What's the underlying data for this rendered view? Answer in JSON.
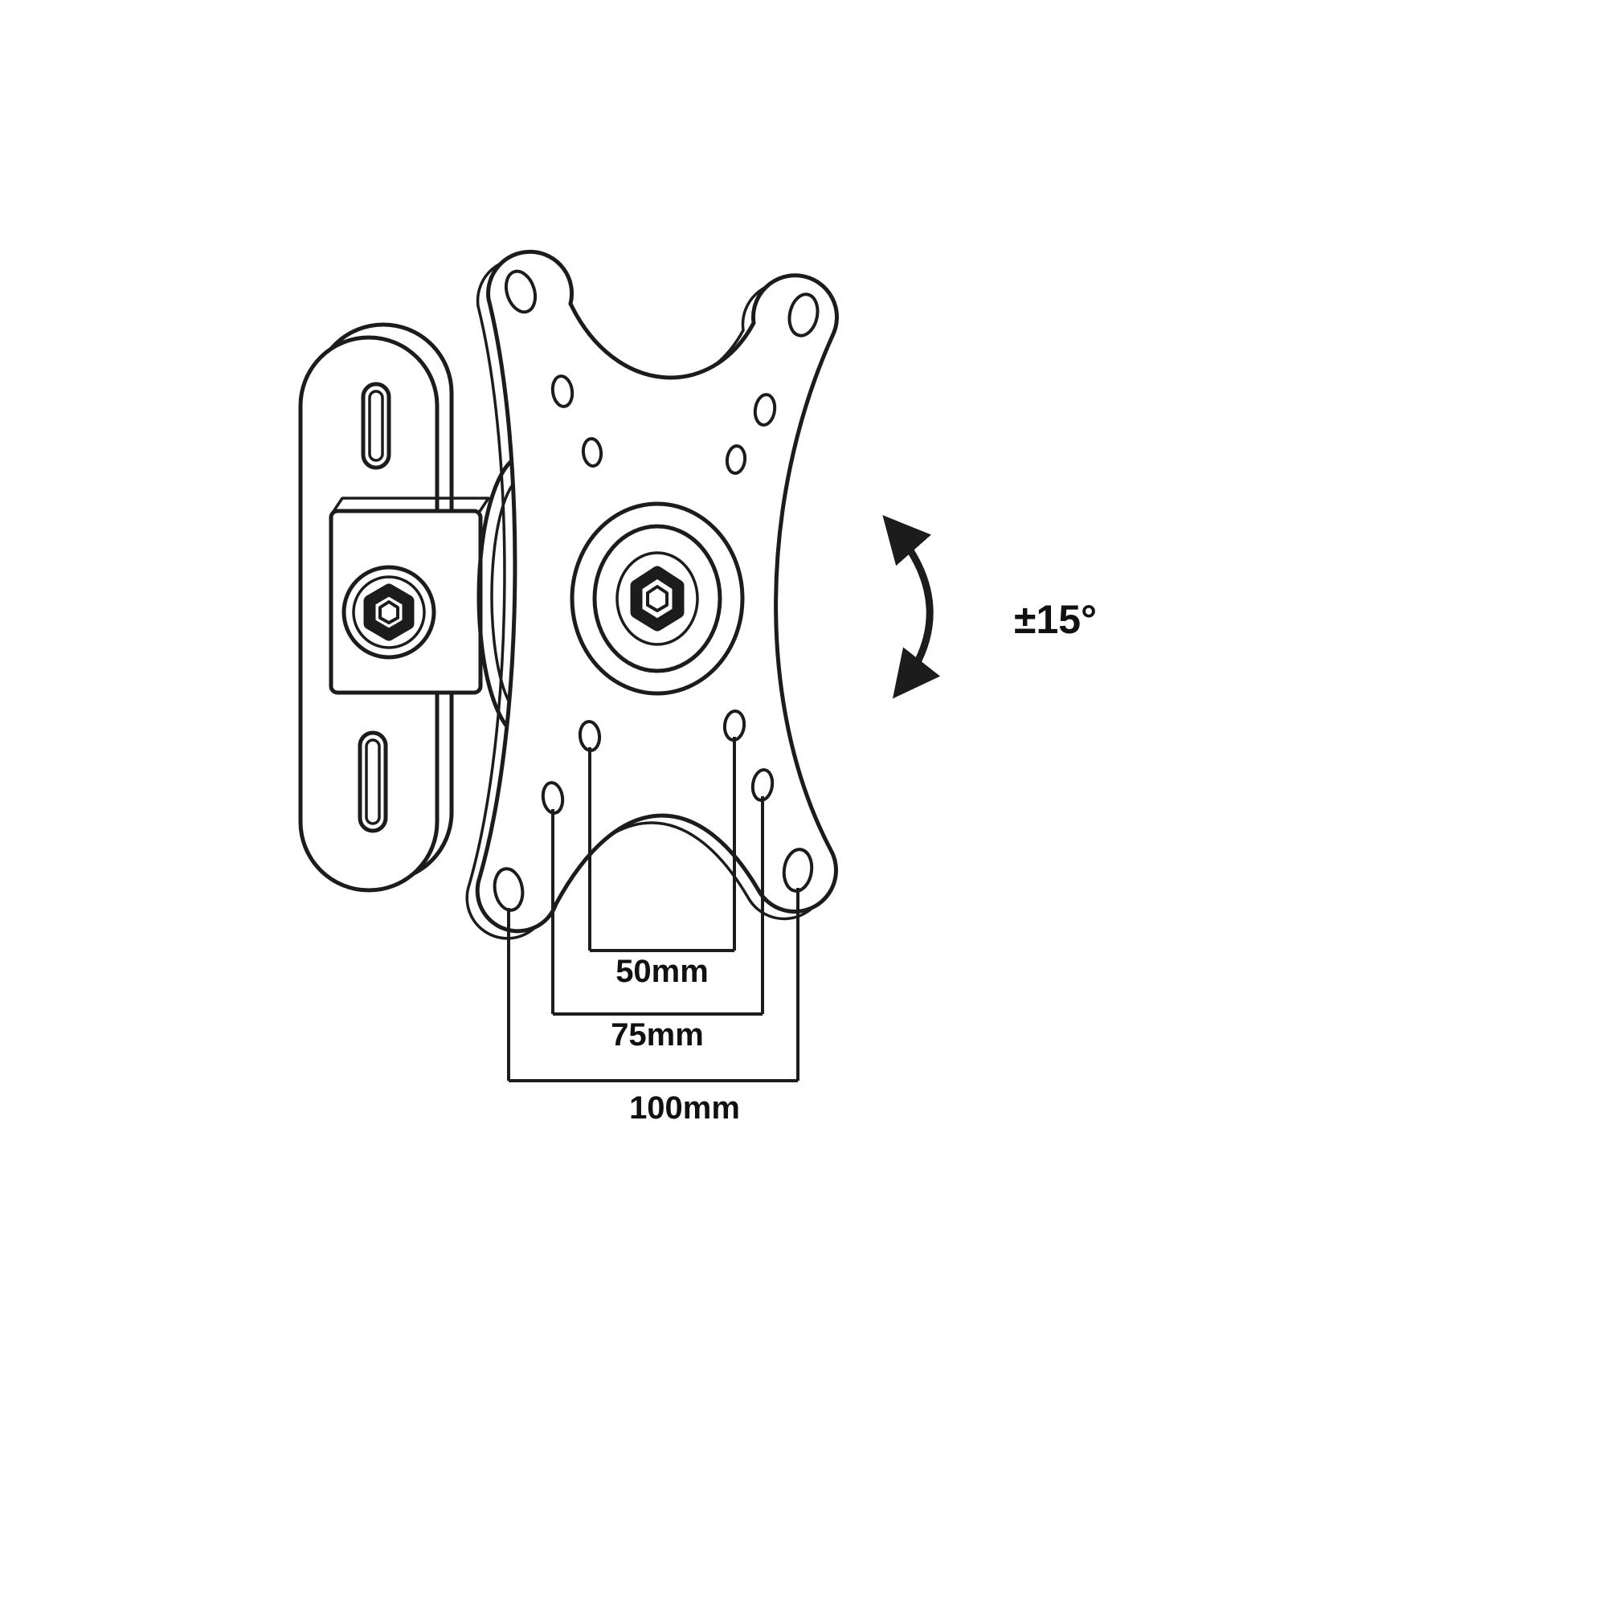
{
  "canvas": {
    "background": "#ffffff",
    "line_color": "#1c1c1c",
    "text_color": "#111111"
  },
  "labels": {
    "tilt_angle": "±15°",
    "dim_inner": "50mm",
    "dim_middle": "75mm",
    "dim_outer": "100mm"
  }
}
